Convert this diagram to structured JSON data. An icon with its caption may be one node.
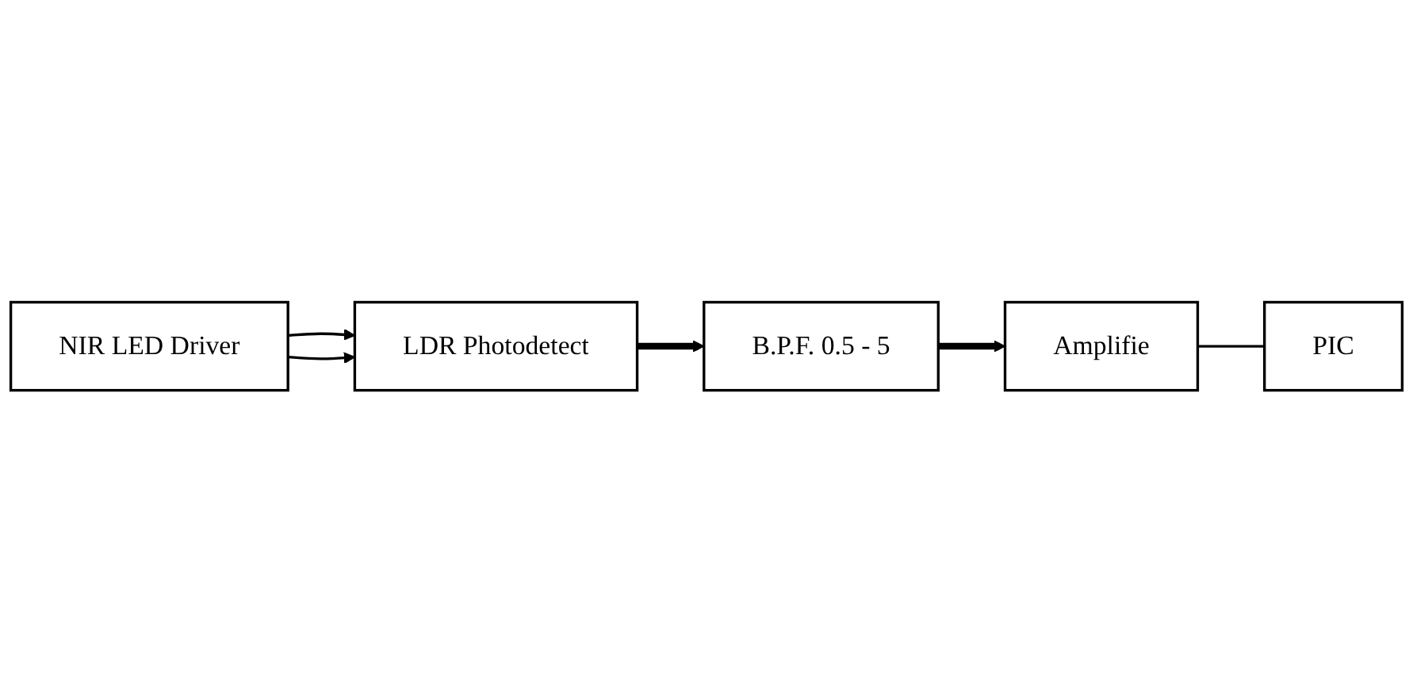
{
  "diagram": {
    "nodes": [
      {
        "text": [
          "NIR LED Driver"
        ]
      },
      {
        "text": [
          "LDR Photodetect"
        ]
      },
      {
        "text": [
          "B.P.F. 0.5 - 5"
        ]
      },
      {
        "text": [
          "Amplifie"
        ]
      },
      {
        "text": [
          "PIC"
        ]
      }
    ],
    "edges": [
      {
        "from": 0,
        "to": 1,
        "arrow": "to"
      },
      {
        "from": 0,
        "to": 1,
        "arrow": "to"
      },
      {
        "from": 1,
        "to": 2,
        "arrow": "to",
        "style": "thick"
      },
      {
        "from": 2,
        "to": 3,
        "arrow": "to",
        "style": "thick"
      },
      {
        "from": 3,
        "to": 4,
        "arrow": "none"
      }
    ]
  }
}
